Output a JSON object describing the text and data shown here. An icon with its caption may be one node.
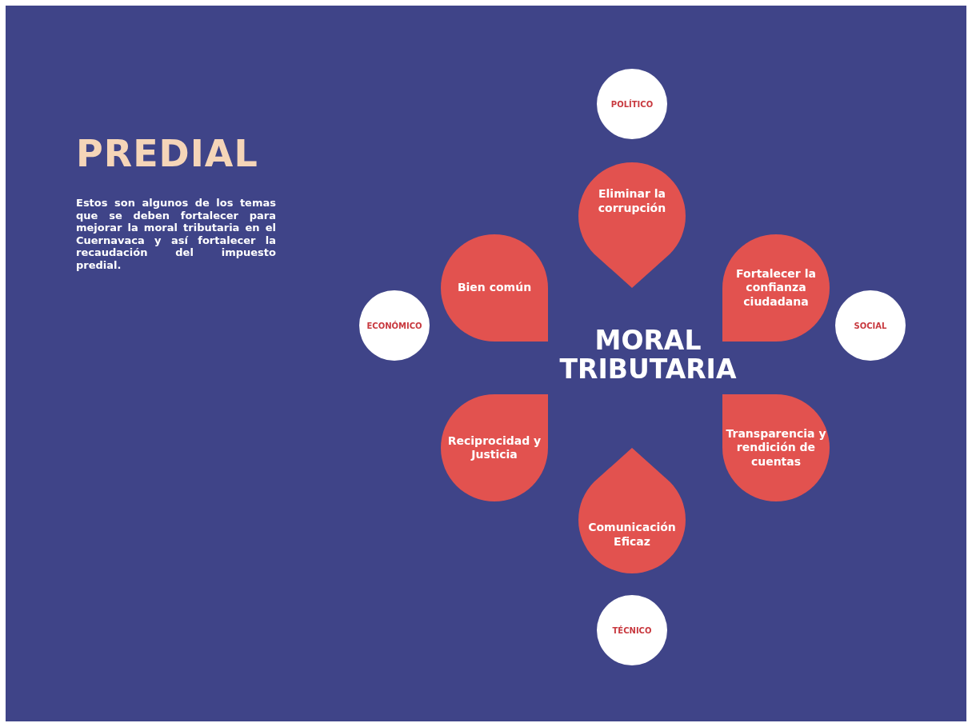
{
  "diagram": {
    "title": "PREDIAL",
    "nodes": [
      {
        "text": [
          "POLÍTICO"
        ]
      },
      {
        "text": [
          "Eliminar la corrupción"
        ]
      },
      {
        "text": [
          "Bien común"
        ]
      },
      {
        "text": [
          "Fortalecer la confianza ciudadana"
        ]
      },
      {
        "text": [
          "ECONÓMICO"
        ]
      },
      {
        "text": [
          "SOCIAL"
        ]
      },
      {
        "text": [
          "Reciprocidad y Justicia"
        ]
      },
      {
        "text": [
          "Transparencia y rendición de cuentas"
        ]
      },
      {
        "text": [
          "Comunicación Eficaz"
        ]
      },
      {
        "text": [
          "TÉCNICO"
        ]
      }
    ],
    "labels": [
      "Estos son algunos de los temas que se deben fortalecer para mejorar la moral tributaria en el Cuernavaca y así fortalecer la recaudación del impuesto predial.",
      "MORAL TRIBUTARIA"
    ]
  }
}
